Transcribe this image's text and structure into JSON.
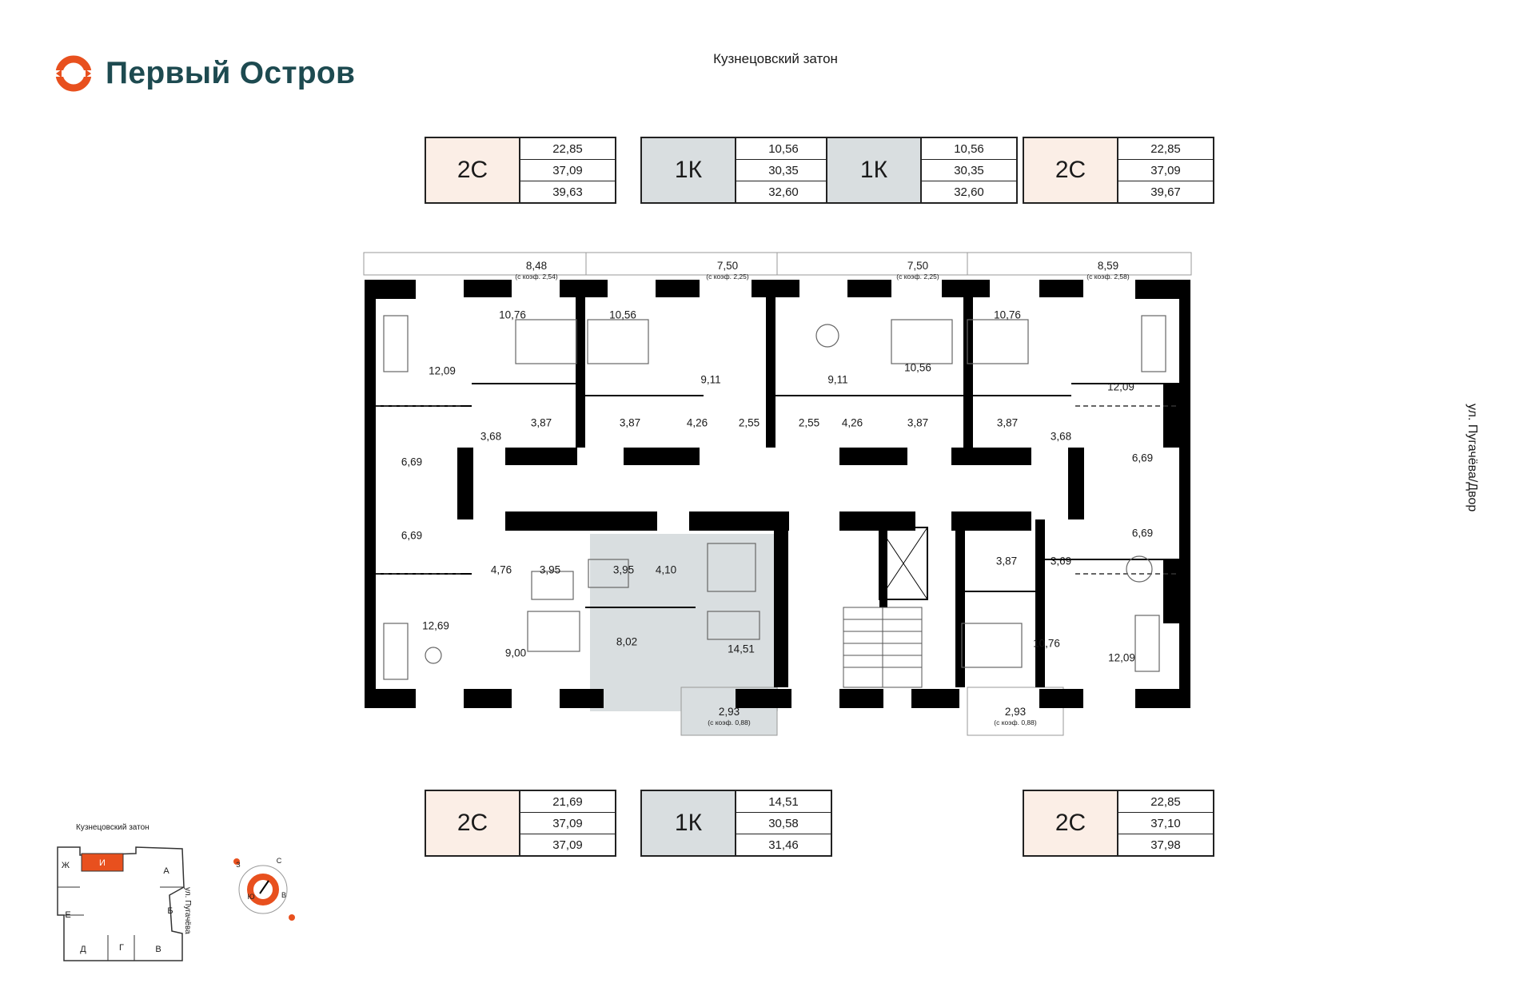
{
  "brand": {
    "name": "Первый Остров",
    "accent": "#e8501e",
    "text_color": "#1d4a50"
  },
  "top_label": "Кузнецовский затон",
  "side_label": "ул. Пугачёва/Двор",
  "colors": {
    "type_2c": "#fbeee6",
    "type_1k": "#d9dee0",
    "wall": "#000000"
  },
  "top_cards": [
    {
      "type": "2С",
      "values": [
        "22,85",
        "37,09",
        "39,63"
      ],
      "style": "2c"
    },
    {
      "type": "1К",
      "values": [
        "10,56",
        "30,35",
        "32,60"
      ],
      "style": "1k"
    },
    {
      "type": "1К",
      "values": [
        "10,56",
        "30,35",
        "32,60"
      ],
      "style": "1k"
    },
    {
      "type": "2С",
      "values": [
        "22,85",
        "37,09",
        "39,67"
      ],
      "style": "2c"
    }
  ],
  "bottom_cards": [
    {
      "type": "2С",
      "values": [
        "21,69",
        "37,09",
        "37,09"
      ],
      "style": "2c"
    },
    {
      "type": "1К",
      "values": [
        "14,51",
        "30,58",
        "31,46"
      ],
      "style": "1k"
    },
    {
      "type": "2С",
      "values": [
        "22,85",
        "37,10",
        "37,98"
      ],
      "style": "2c"
    }
  ],
  "balconies": [
    {
      "area": "8,48",
      "coef": "(с коэф. 2,54)"
    },
    {
      "area": "7,50",
      "coef": "(с коэф. 2,25)"
    },
    {
      "area": "7,50",
      "coef": "(с коэф. 2,25)"
    },
    {
      "area": "8,59",
      "coef": "(с коэф. 2,58)"
    },
    {
      "area": "2,93",
      "coef": "(с коэф. 0,88)"
    },
    {
      "area": "2,93",
      "coef": "(с коэф. 0,88)"
    }
  ],
  "rooms": [
    "10,76",
    "10,56",
    "10,56",
    "10,76",
    "12,09",
    "9,11",
    "9,11",
    "12,09",
    "3,87",
    "3,87",
    "4,26",
    "2,55",
    "2,55",
    "4,26",
    "3,87",
    "3,87",
    "3,68",
    "3,68",
    "6,69",
    "6,69",
    "6,69",
    "6,69",
    "4,76",
    "3,95",
    "3,95",
    "4,10",
    "3,87",
    "3,69",
    "12,69",
    "8,02",
    "14,51",
    "10,76",
    "12,09",
    "9,00"
  ],
  "key_plan": {
    "label": "Кузнецовский затон",
    "street": "ул. Пугачёва",
    "sections": [
      "Ж",
      "И",
      "А",
      "Е",
      "Б",
      "Д",
      "Г",
      "В"
    ],
    "directions": [
      "З",
      "С",
      "Ю",
      "В"
    ]
  }
}
